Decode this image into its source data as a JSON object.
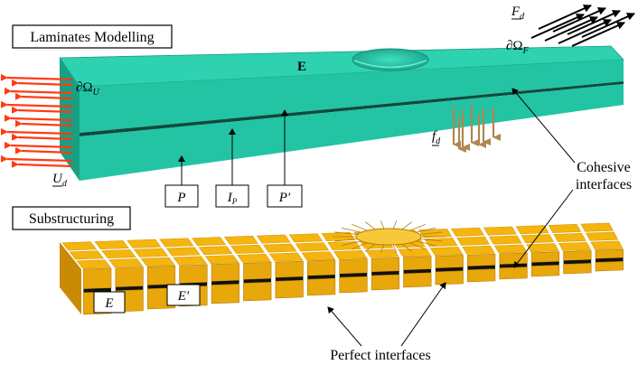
{
  "panel_top": {
    "title": "Laminates Modelling",
    "material": "E",
    "boundary_u": "∂Ω",
    "boundary_u_sub": "U",
    "boundary_f": "∂Ω",
    "boundary_f_sub": "F",
    "imposed_disp": "U",
    "imposed_disp_sub": "d",
    "edge_force": "F",
    "edge_force_sub": "d",
    "body_force": "f",
    "body_force_sub": "d",
    "ply_p": "P",
    "interface_ip": "I",
    "interface_ip_sub": "P",
    "ply_p_prime": "P′"
  },
  "panel_bottom": {
    "title": "Substructuring",
    "sub_e": "E",
    "sub_e_prime": "E′"
  },
  "callouts": {
    "cohesive_line1": "Cohesive",
    "cohesive_line2": "interfaces",
    "perfect": "Perfect interfaces"
  },
  "colors": {
    "laminate": "#2ed1b0",
    "laminate_side": "#1aa88c",
    "substructure": "#f5b50f",
    "substructure_dark": "#c98a05",
    "imposed_arrows": "#ff3b12",
    "body_force_arrows": "#b08550",
    "edge_force_arrows": "#000000"
  }
}
